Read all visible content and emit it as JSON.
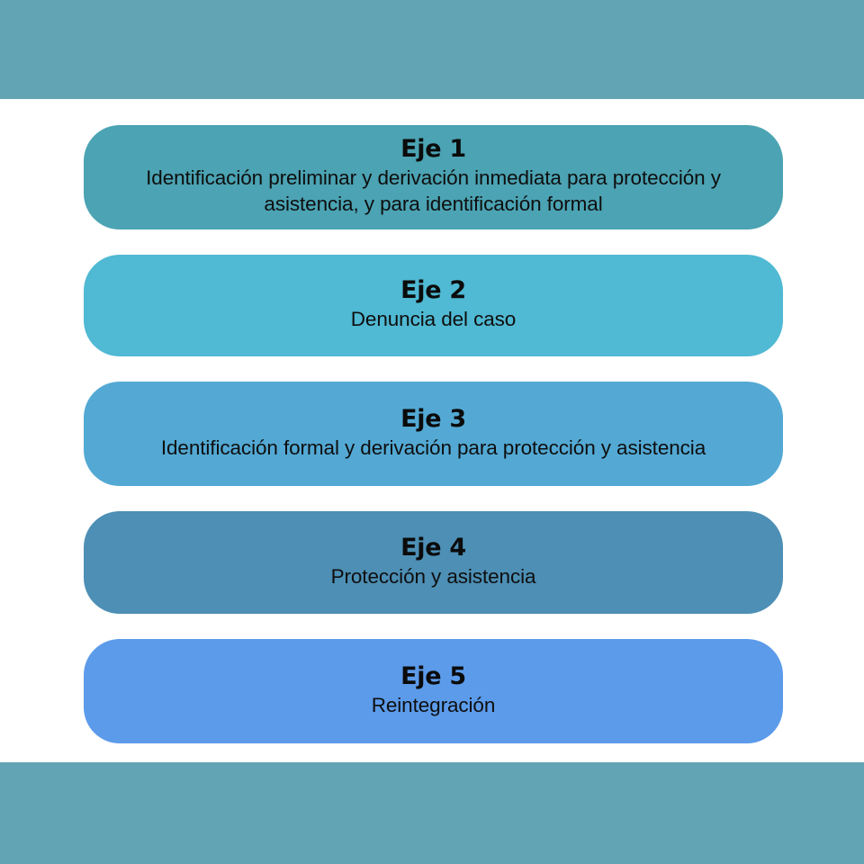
{
  "page": {
    "background_color": "#ffffff",
    "band_color": "#62a3b4",
    "text_color": "#0b0b0b"
  },
  "diagram": {
    "type": "stacked-bars",
    "orientation": "vertical",
    "bars": [
      {
        "title": "Eje 1",
        "description": "Identificación preliminar y derivación inmediata para protección y asistencia, y para identificación formal",
        "color": "#4ba3b3"
      },
      {
        "title": "Eje 2",
        "description": "Denuncia del caso",
        "color": "#50b9d3"
      },
      {
        "title": "Eje 3",
        "description": "Identificación formal y derivación para protección y asistencia",
        "color": "#53a9d4"
      },
      {
        "title": "Eje 4",
        "description": "Protección y asistencia",
        "color": "#4d8fb5"
      },
      {
        "title": "Eje 5",
        "description": "Reintegración",
        "color": "#5c9bea"
      }
    ]
  }
}
